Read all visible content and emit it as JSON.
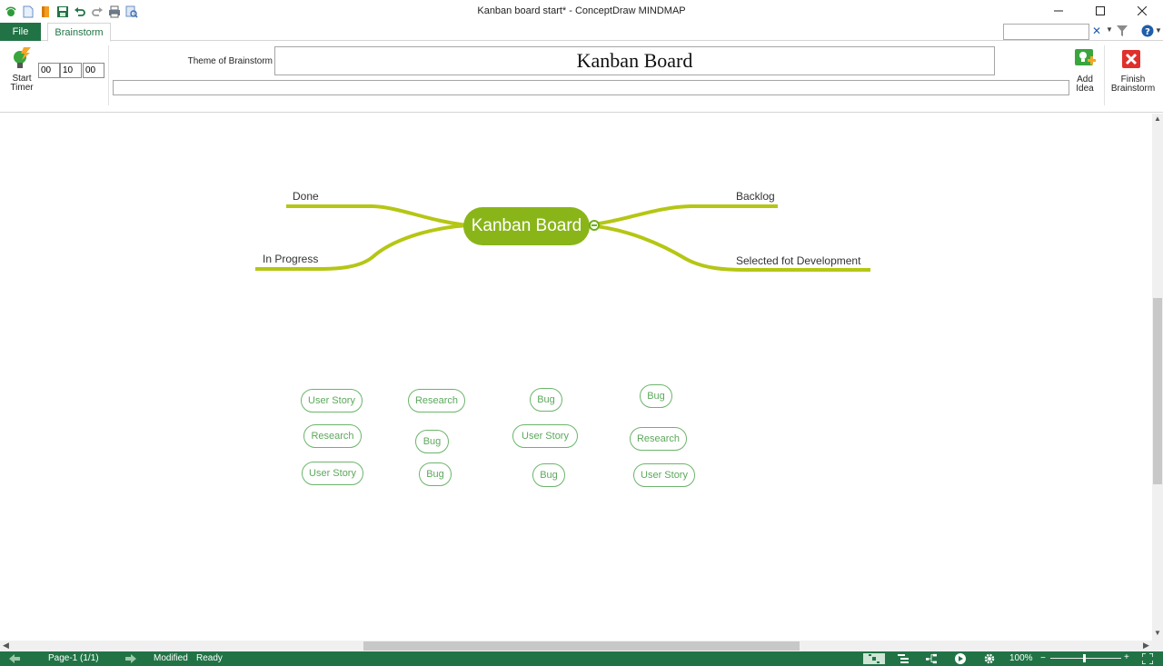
{
  "window": {
    "title": "Kanban board start* - ConceptDraw MINDMAP",
    "controls": [
      "minimize-icon",
      "maximize-icon",
      "close-icon"
    ]
  },
  "quick_access": [
    "app-logo-icon",
    "new-document-icon",
    "open-icon",
    "save-icon",
    "undo-icon",
    "redo-icon",
    "print-icon",
    "print-preview-icon"
  ],
  "tabs": {
    "file": "File",
    "brainstorm": "Brainstorm"
  },
  "search": {
    "value": ""
  },
  "ribbon": {
    "start_timer_label": "Start Timer",
    "timer": {
      "hours": "00",
      "minutes": "10",
      "seconds": "00"
    },
    "theme_label": "Theme of Brainstorm",
    "theme_value": "Kanban Board",
    "idea_value": "",
    "add_idea_label": "Add Idea",
    "finish_label": "Finish Brainstorm"
  },
  "mindmap": {
    "central": "Kanban Board",
    "branches": {
      "done": "Done",
      "in_progress": "In Progress",
      "backlog": "Backlog",
      "selected": "Selected fot  Development"
    },
    "ideas": [
      "User Story",
      "Research",
      "Bug",
      "Bug",
      "Research",
      "Bug",
      "User Story",
      "Research",
      "User Story",
      "Bug",
      "Bug",
      "User Story"
    ]
  },
  "colors": {
    "accent": "#217346",
    "central_fill": "#8ab519",
    "branch_line": "#b5c614",
    "idea_border": "#6cb56c",
    "idea_text": "#5ca85c"
  },
  "statusbar": {
    "page": "Page-1 (1/1)",
    "modified": "Modified",
    "ready": "Ready",
    "zoom": "100%"
  }
}
